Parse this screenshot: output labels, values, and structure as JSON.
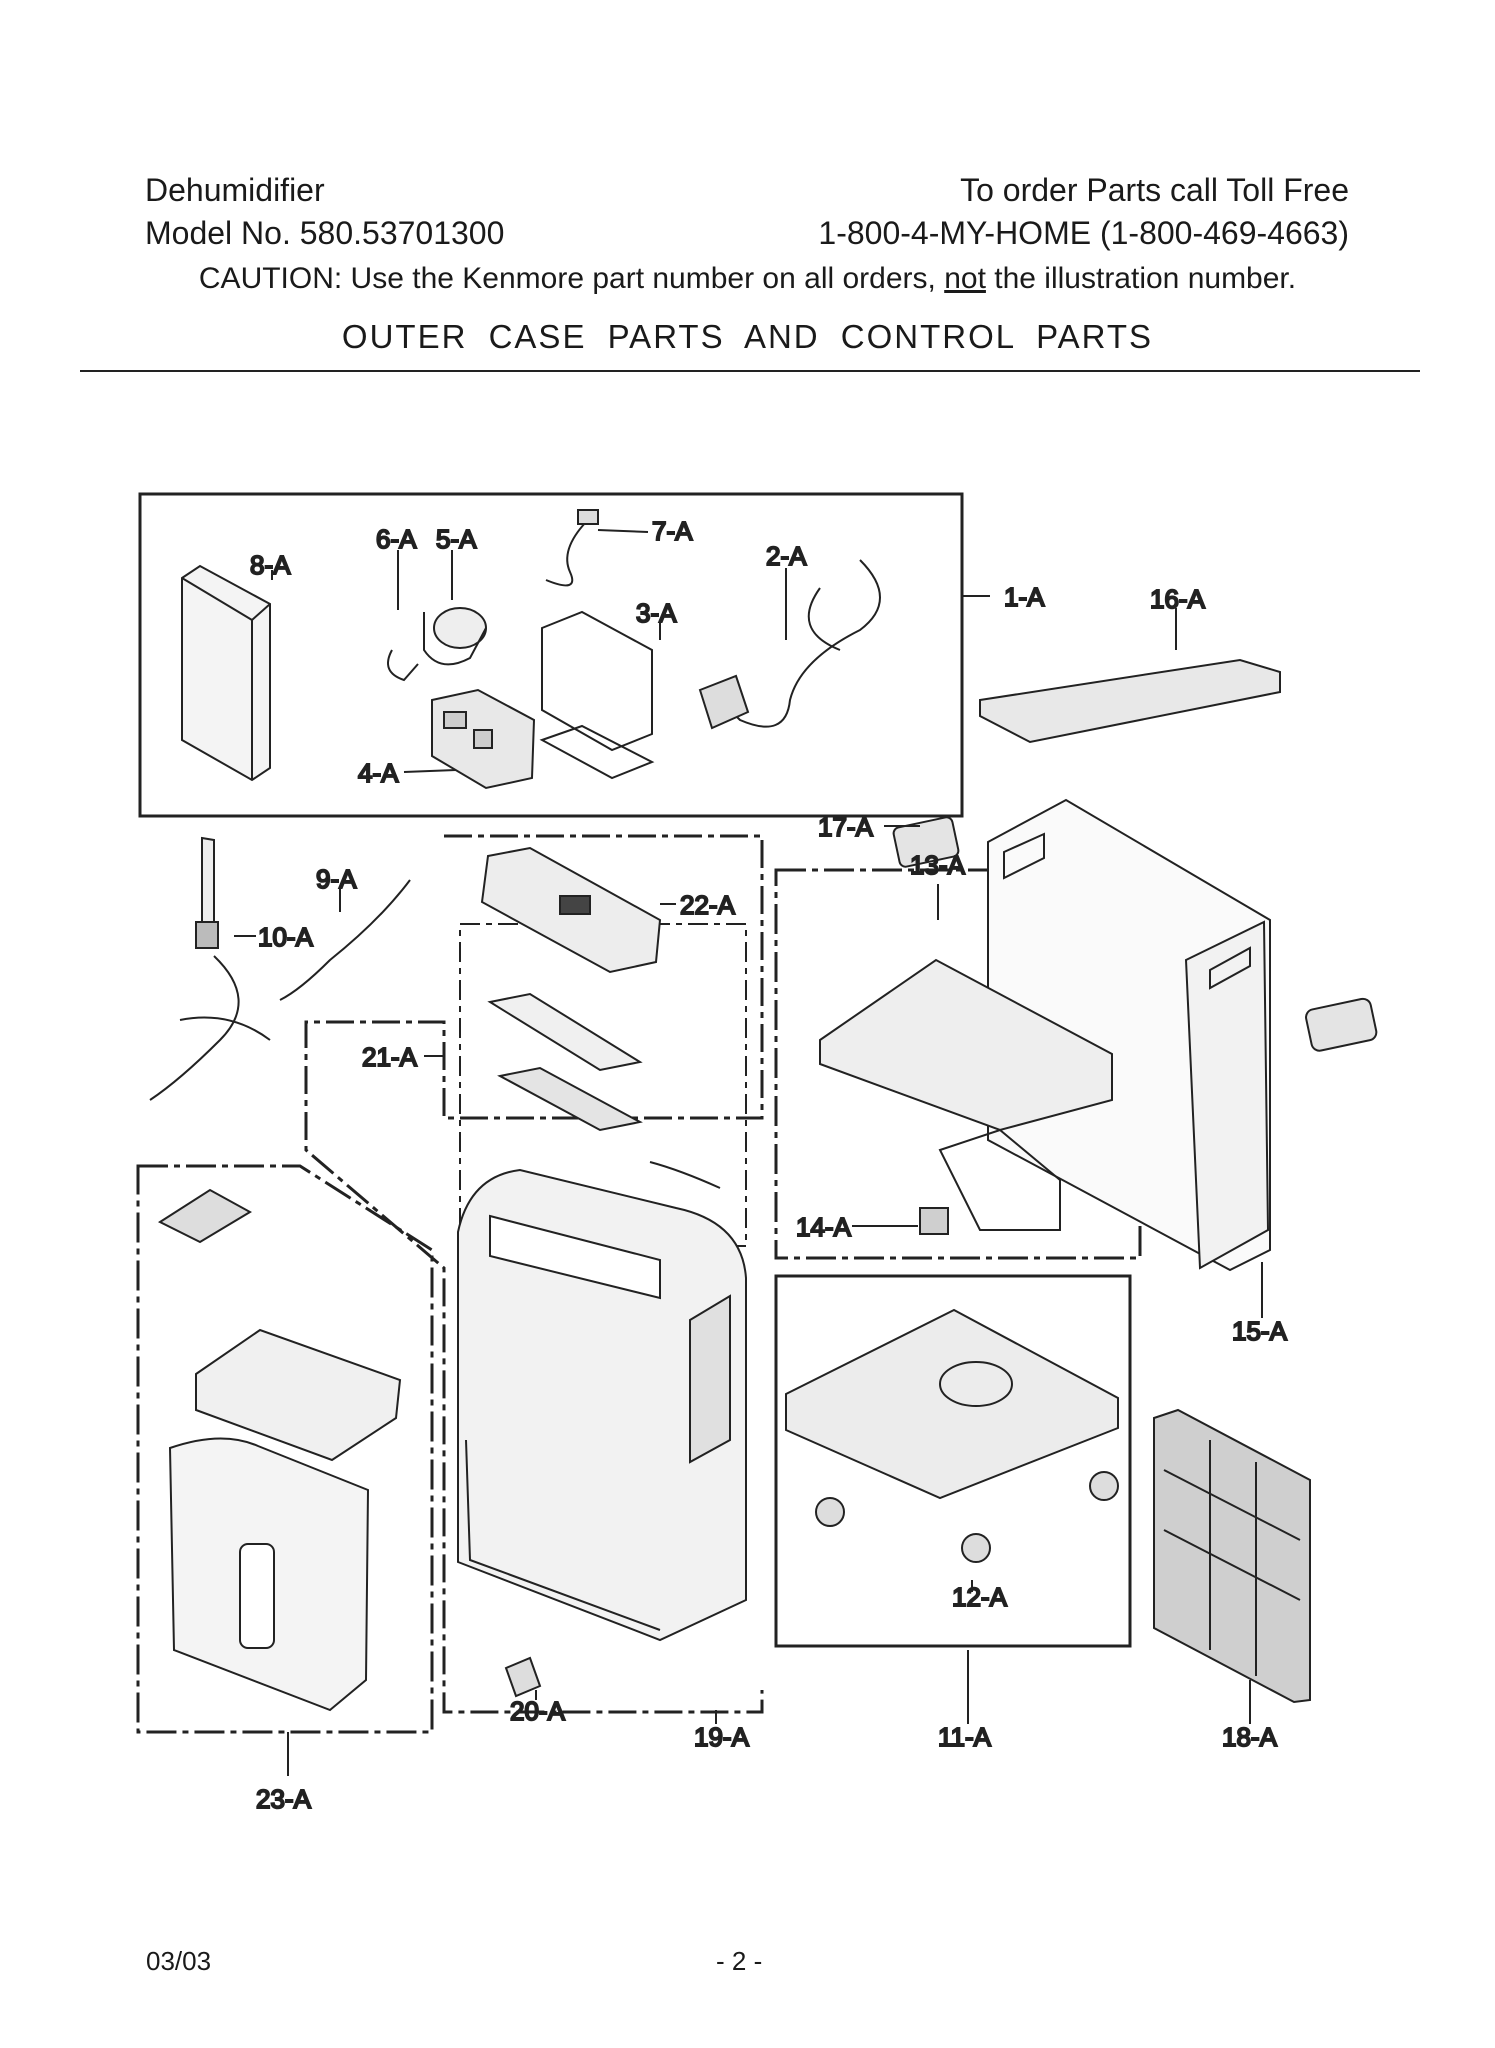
{
  "header": {
    "product": "Dehumidifier",
    "model": "Model No. 580.53701300",
    "order_line": "To order Parts call Toll Free",
    "phone": "1-800-4-MY-HOME (1-800-469-4663)",
    "caution_prefix": "CAUTION: Use the Kenmore part number on all orders,",
    "caution_underlined": "not",
    "caution_suffix": "the illustration number.",
    "section_title": "OUTER CASE PARTS AND CONTROL PARTS"
  },
  "callouts": {
    "c1": "1-A",
    "c2": "2-A",
    "c3": "3-A",
    "c4": "4-A",
    "c5": "5-A",
    "c6": "6-A",
    "c7": "7-A",
    "c8": "8-A",
    "c9": "9-A",
    "c10": "10-A",
    "c11": "11-A",
    "c12": "12-A",
    "c13": "13-A",
    "c14": "14-A",
    "c15": "15-A",
    "c16": "16-A",
    "c17": "17-A",
    "c18": "18-A",
    "c19": "19-A",
    "c20": "20-A",
    "c21": "21-A",
    "c22": "22-A",
    "c23": "23-A"
  },
  "footer": {
    "date": "03/03",
    "page": "- 2 -"
  }
}
